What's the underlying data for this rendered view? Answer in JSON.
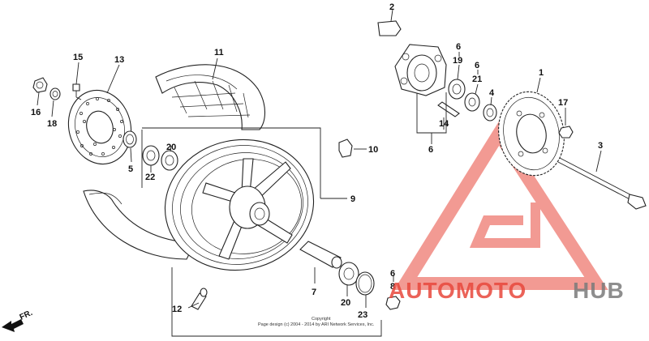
{
  "callouts": {
    "c1": "1",
    "c2": "2",
    "c3": "3",
    "c4": "4",
    "c5": "5",
    "c6a": "6",
    "c6b": "6",
    "c6c": "6",
    "c6d": "6",
    "c7": "7",
    "c8": "8",
    "c9": "9",
    "c10": "10",
    "c11": "11",
    "c12": "12",
    "c13": "13",
    "c14": "14",
    "c15": "15",
    "c16": "16",
    "c17": "17",
    "c18": "18",
    "c19": "19",
    "c20a": "20",
    "c20b": "20",
    "c21": "21",
    "c22": "22",
    "c23": "23"
  },
  "direction_label": "FR.",
  "copyright": {
    "line1": "Copyright",
    "line2": "Page design (c) 2004 - 2014 by ARI Network Services, Inc."
  },
  "watermark": {
    "text_auto": "AUTOMOTO",
    "text_hub": "HUB",
    "color_main": "#e8483c",
    "color_hub": "#7a7a7a"
  }
}
